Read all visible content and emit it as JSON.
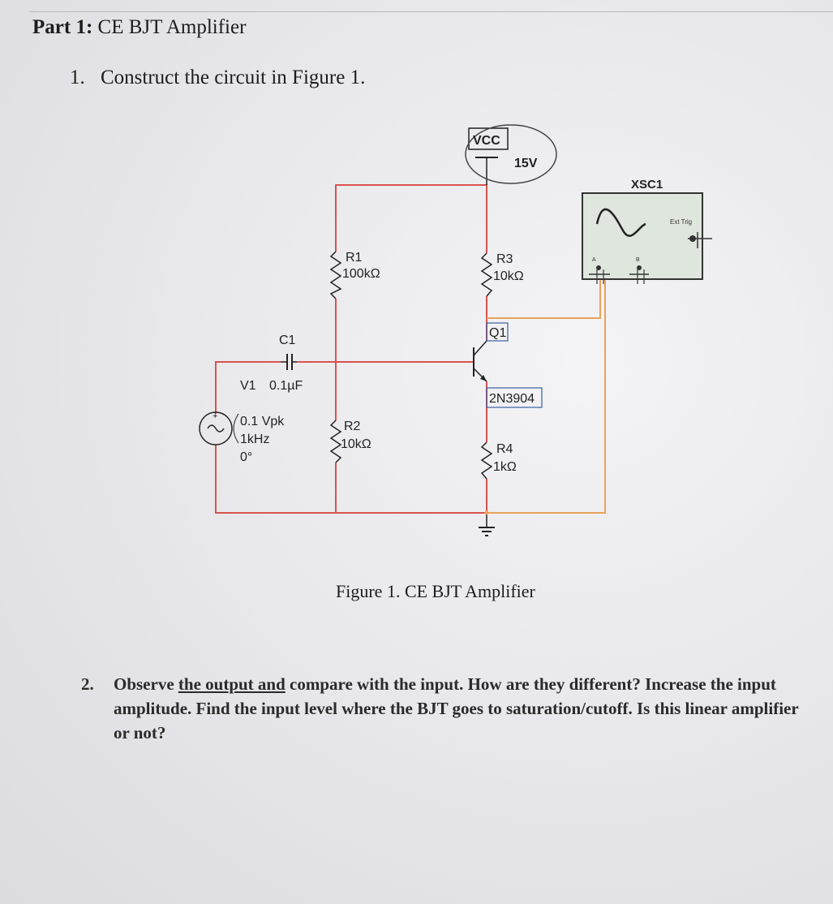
{
  "header": {
    "part_label": "Part 1:",
    "part_title": "CE BJT Amplifier"
  },
  "question1": {
    "number": "1.",
    "text": "Construct the circuit in Figure 1."
  },
  "figure": {
    "caption": "Figure 1. CE BJT Amplifier",
    "components": {
      "vcc": {
        "name": "VCC",
        "value": "15V"
      },
      "r1": {
        "name": "R1",
        "value": "100kΩ"
      },
      "r2": {
        "name": "R2",
        "value": "10kΩ"
      },
      "r3": {
        "name": "R3",
        "value": "10kΩ"
      },
      "r4": {
        "name": "R4",
        "value": "1kΩ"
      },
      "c1": {
        "name": "C1",
        "value": "0.1µF"
      },
      "v1": {
        "name": "V1",
        "amplitude": "0.1 Vpk",
        "frequency": "1kHz",
        "phase": "0°"
      },
      "q1": {
        "name": "Q1",
        "model": "2N3904"
      },
      "scope": {
        "name": "XSC1",
        "ch_a": "A",
        "ch_b": "B",
        "trig": "Ext Trig"
      }
    },
    "colors": {
      "wire_red": "#d9534f",
      "wire_orange": "#e8a35a",
      "ink": "#222222"
    }
  },
  "question2": {
    "number": "2.",
    "underlined": "the output and",
    "text_before": "Observe ",
    "text_after": " compare with the input. How are they different? Increase the input amplitude. Find the input level where the BJT goes to saturation/cutoff. Is this linear amplifier or not?"
  }
}
